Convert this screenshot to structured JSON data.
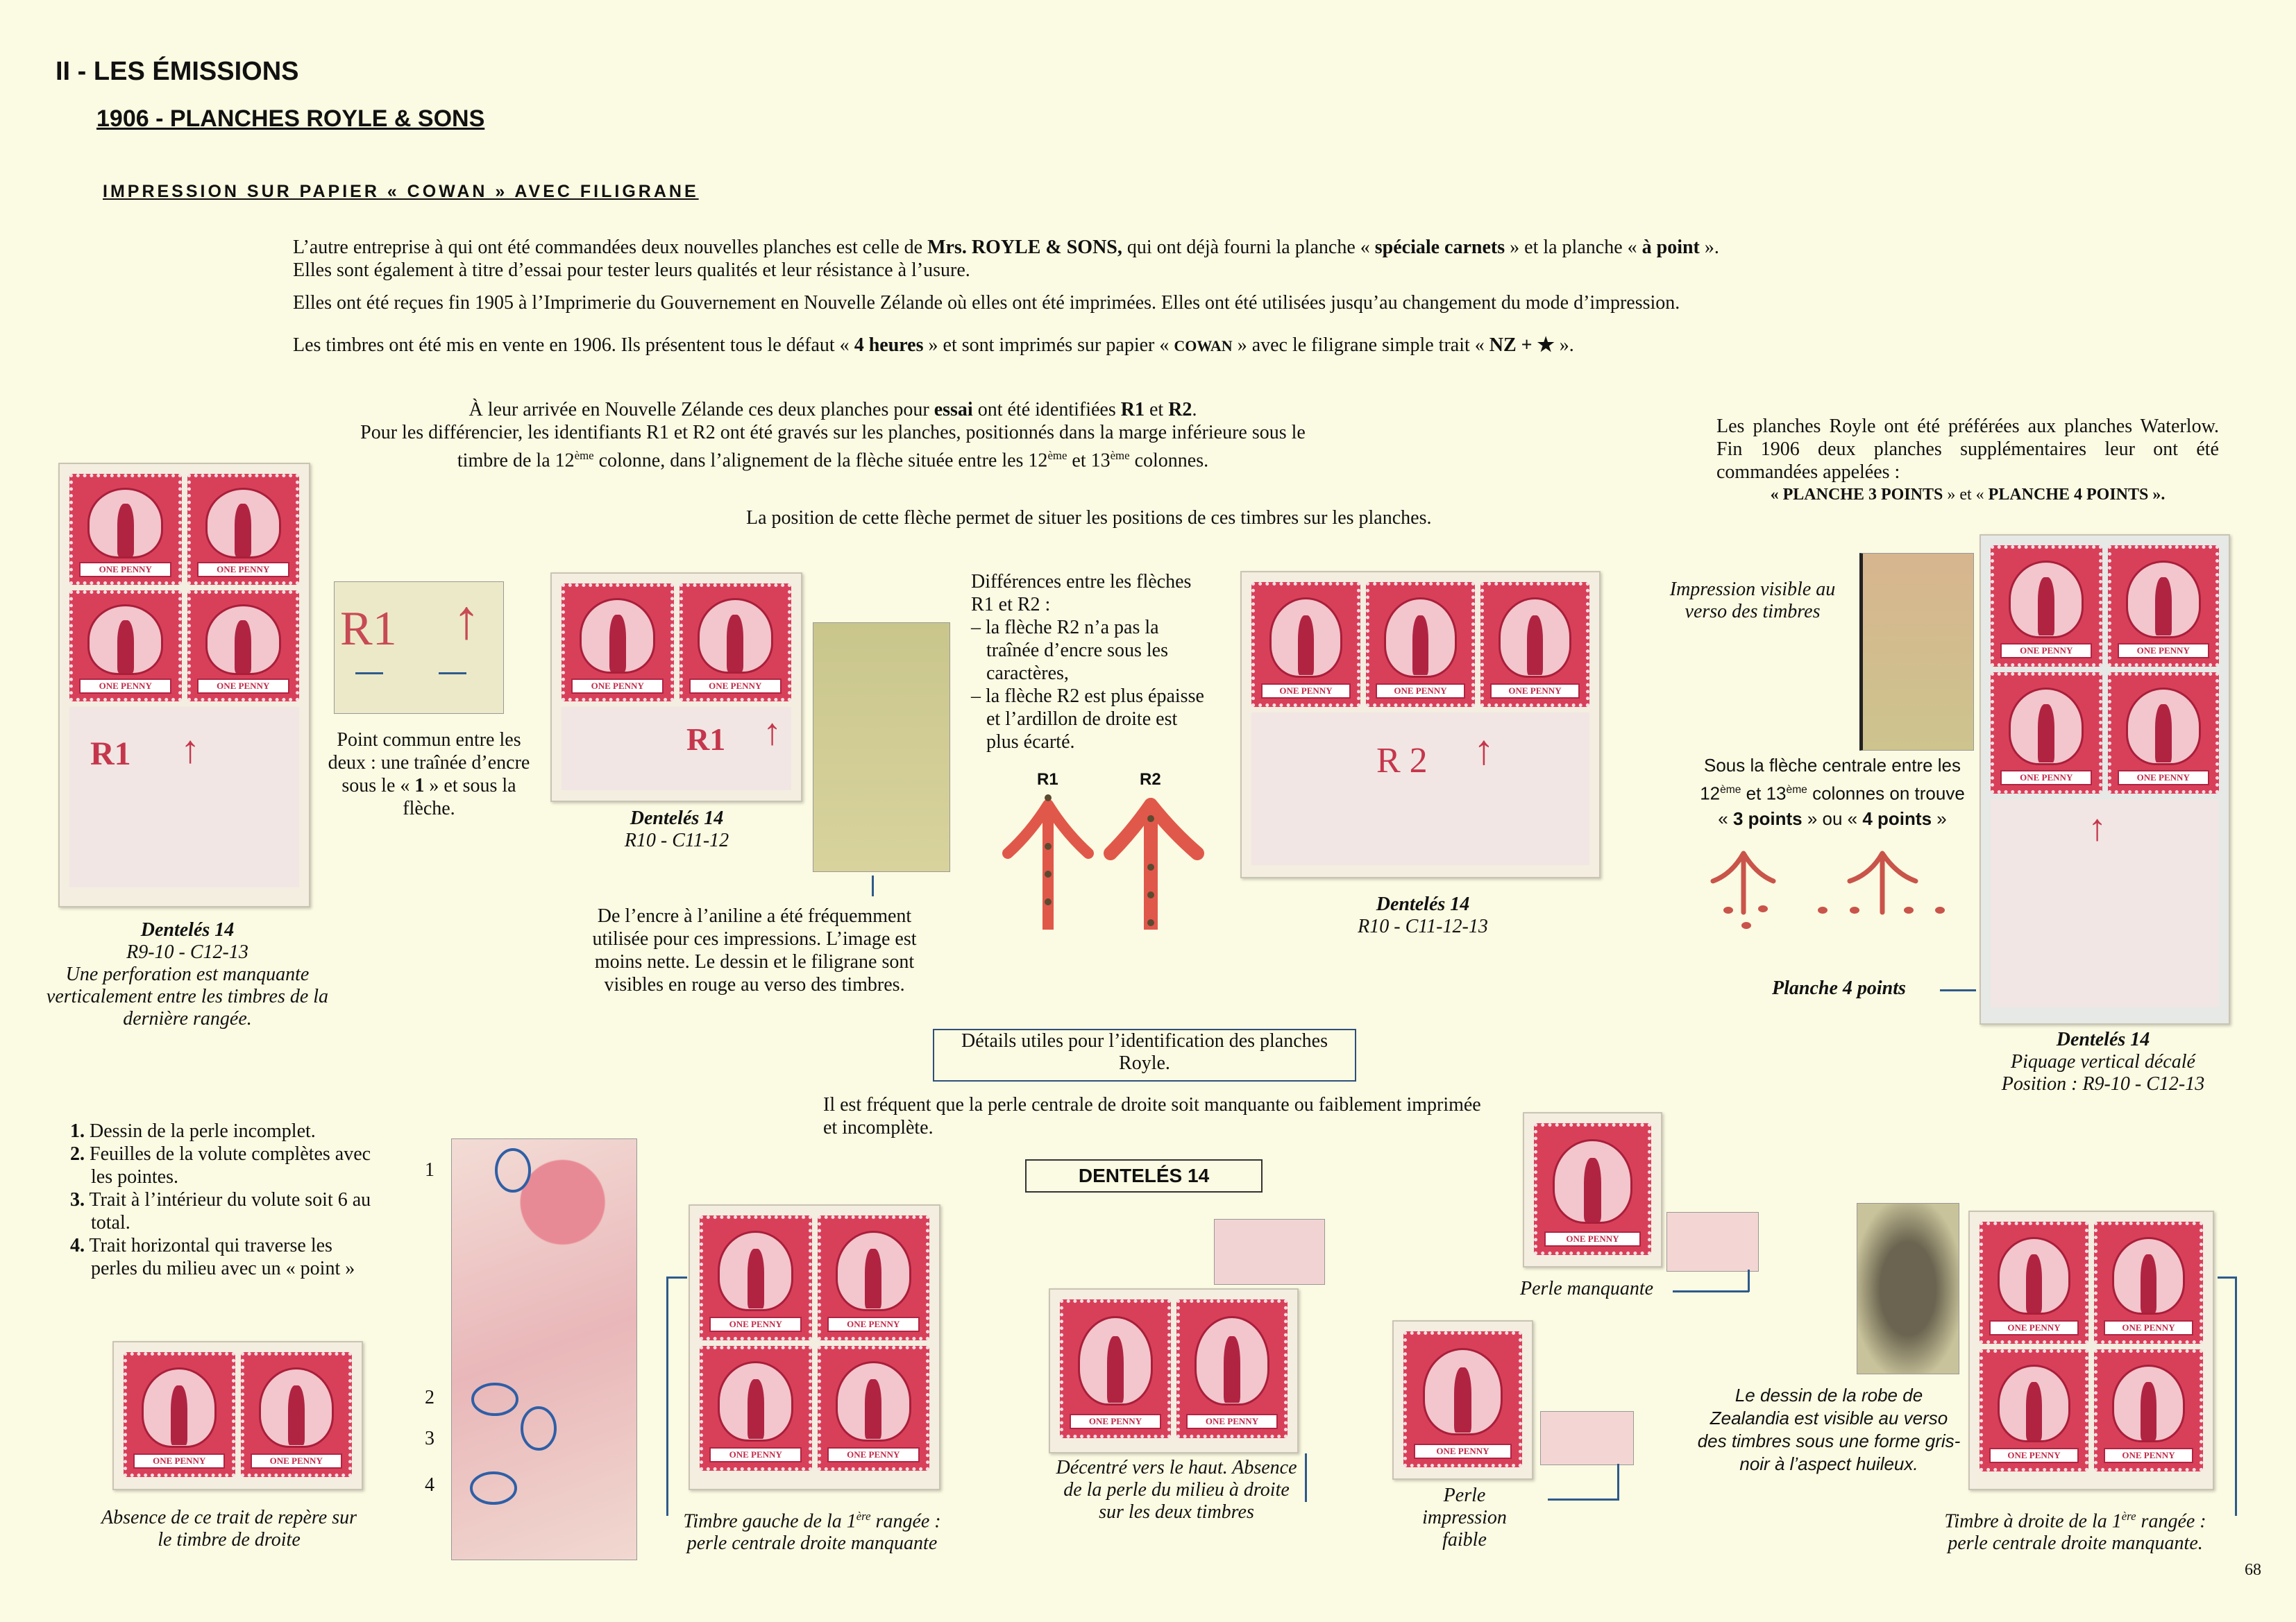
{
  "header": {
    "section": "II - LES ÉMISSIONS",
    "subtitle": "1906 - PLANCHES ROYLE & SONS",
    "heading": "IMPRESSION SUR PAPIER « COWAN » AVEC FILIGRANE"
  },
  "intro": {
    "p1a": "L’autre entreprise à qui ont été commandées deux nouvelles planches est celle de ",
    "p1b": "Mrs. ROYLE & SONS,",
    "p1c": " qui ont déjà fourni la planche « ",
    "p1d": "spéciale carnets",
    "p1e": " » et la planche « ",
    "p1f": "à point",
    "p1g": " ».",
    "p1h": "Elles sont également à titre d’essai pour tester leurs qualités et leur résistance à l’usure.",
    "p2": "Elles ont été reçues fin 1905 à l’Imprimerie du Gouvernement en Nouvelle Zélande où elles ont été imprimées. Elles ont été utilisées jusqu’au changement du mode d’impression.",
    "p3a": "Les timbres ont été mis en vente en 1906. Ils présentent tous le défaut « ",
    "p3b": "4 heures",
    "p3c": " » et sont imprimés sur papier « ",
    "p3d": "COWAN",
    "p3e": " » avec le filigrane simple trait « ",
    "p3f": "NZ + ★",
    "p3g": " »."
  },
  "identification": {
    "l1a": "À leur arrivée en Nouvelle Zélande ces deux planches pour ",
    "l1b": "essai",
    "l1c": " ont été identifiées ",
    "l1d": "R1",
    "l1e": " et ",
    "l1f": "R2",
    "l1g": ".",
    "l2": "Pour les différencier, les identifiants R1 et R2 ont été gravés sur les planches, positionnés dans la marge inférieure sous le",
    "l3a": "timbre de la 12",
    "sup": "ème",
    "l3b": " colonne, dans l’alignement de la flèche située entre les 12",
    "l3c": " et 13",
    "l3d": " colonnes.",
    "position": "La position de cette flèche permet de situer les positions de ces timbres sur les planches."
  },
  "royle_note": {
    "text": "Les planches Royle ont été préférées aux planches Waterlow. Fin 1906 deux planches supplémentaires leur ont été commandées appelées :",
    "names_a": "« ",
    "p3": "PLANCHE 3 POINTS",
    "mid": " » et « ",
    "p4": "PLANCHE 4 POINTS",
    "end": " »."
  },
  "stamp": {
    "label": "ONE PENNY"
  },
  "block1": {
    "mark": "R1",
    "title": "Dentelés 14",
    "pos": "R9-10 - C12-13",
    "note": "Une perforation est manquante verticalement entre les timbres de la dernière rangée."
  },
  "r1_closeup": {
    "mark": "R1",
    "note1": "Point commun entre les deux : une traînée d’encre sous le « ",
    "note_b": "1",
    "note2": " » et sous la flèche."
  },
  "block2": {
    "mark": "R1",
    "title": "Dentelés 14",
    "pos": "R10 - C11-12"
  },
  "aniline": "De l’encre à l’aniline a été fréquemment utilisée pour ces impressions. L’image est moins nette. Le dessin et le filigrane sont visibles en rouge au verso des timbres.",
  "differences": {
    "title": "Différences entre les flèches R1 et R2 :",
    "item1": "– la flèche R2 n’a pas la traînée d’encre sous les caractères,",
    "item2": "– la flèche R2 est plus épaisse et l’ardillon de droite est plus écarté.",
    "label_r1": "R1",
    "label_r2": "R2"
  },
  "block3": {
    "mark": "R 2",
    "title": "Dentelés 14",
    "pos": "R10 - C11-12-13"
  },
  "verso": "Impression visible au verso des timbres",
  "points": {
    "l1": "Sous la flèche centrale entre les",
    "l2a": "12",
    "sup": "ème",
    "l2b": " et 13",
    "l2c": " colonnes on trouve",
    "l3a": "« ",
    "l3b": "3 points",
    "l3c": " » ou « ",
    "l3d": "4 points",
    "l3e": " »",
    "planche": "Planche 4 points"
  },
  "block4": {
    "title": "Dentelés 14",
    "note": "Piquage vertical décalé",
    "pos": "Position : R9-10 - C12-13"
  },
  "details_box": "Détails utiles pour l’identification des planches Royle.",
  "frequent": "Il est fréquent que la perle centrale de droite soit manquante ou faiblement imprimée et incomplète.",
  "dentele_box": "DENTELÉS 14",
  "list": [
    {
      "n": "1.",
      "t": "Dessin de la perle incomplet."
    },
    {
      "n": "2.",
      "t": "Feuilles de la volute complètes avec les pointes."
    },
    {
      "n": "3.",
      "t": "Trait à l’intérieur du volute soit 6 au total."
    },
    {
      "n": "4.",
      "t": "Trait horizontal qui traverse les perles du milieu avec un « point »"
    }
  ],
  "closeup_numbers": [
    "1",
    "2",
    "3",
    "4"
  ],
  "cap_absence": "Absence de ce trait de repère sur le timbre de droite",
  "cap_gauche": {
    "a": "Timbre gauche de la 1",
    "sup": "ère",
    "b": " rangée :",
    "c": "perle centrale droite manquante"
  },
  "cap_decentre": "Décentré vers le haut. Absence de la perle du milieu à droite sur les deux timbres",
  "cap_manquante": "Perle manquante",
  "cap_faible": "Perle impression faible",
  "cap_robe": "Le dessin de la robe de Zealandia est visible au verso des timbres sous une forme gris-noir à l’aspect huileux.",
  "cap_droite": {
    "a": "Timbre à droite de la 1",
    "sup": "ère",
    "b": " rangée :",
    "c": "perle centrale droite manquante."
  },
  "page_number": "68",
  "colors": {
    "paper": "#fbfae2",
    "stamp": "#d8405a",
    "arrow": "#e0584a",
    "line": "#2d5a8c"
  }
}
